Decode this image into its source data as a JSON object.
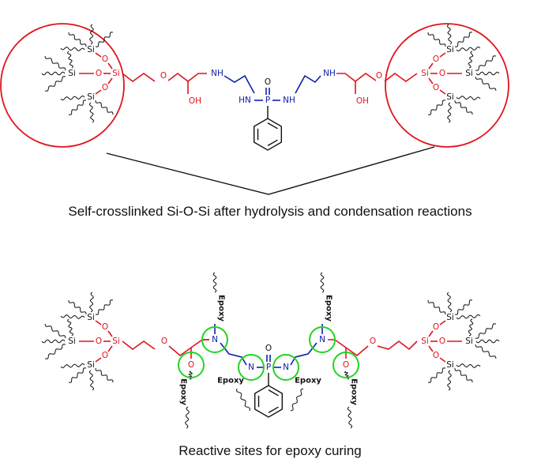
{
  "top_structure": {
    "si": "Si",
    "o": "O",
    "nh": "NH",
    "hn": "HN",
    "oh": "OH",
    "p": "P",
    "p_o": "O"
  },
  "bottom_structure": {
    "si": "Si",
    "o": "O",
    "n": "N",
    "p": "P",
    "p_o": "O",
    "epoxy": "Epoxy"
  },
  "captions": {
    "top": "Self-crosslinked Si-O-Si after hydrolysis and condensation reactions",
    "bottom": "Reactive sites for epoxy curing"
  },
  "colors": {
    "red": "#e0141e",
    "blue": "#1020a8",
    "green": "#22d422",
    "black": "#111111"
  }
}
